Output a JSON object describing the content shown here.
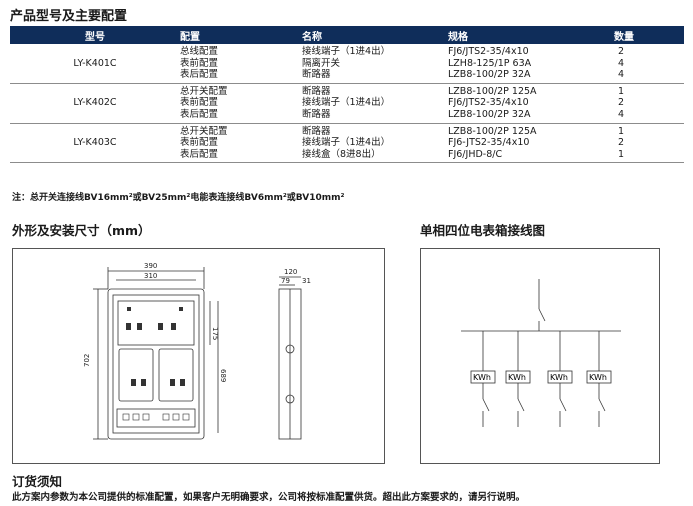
{
  "title": "产品型号及主要配置",
  "table": {
    "headers": [
      "型号",
      "配置",
      "名称",
      "规格",
      "数量"
    ],
    "groups": [
      {
        "model": "LY-K401C",
        "rows": [
          {
            "config": "总线配置",
            "name": "接线端子（1进4出）",
            "spec": "FJ6/JTS2-35/4x10",
            "qty": "2"
          },
          {
            "config": "表前配置",
            "name": "隔离开关",
            "spec": "LZH8-125/1P 63A",
            "qty": "4"
          },
          {
            "config": "表后配置",
            "name": "断路器",
            "spec": "LZB8-100/2P 32A",
            "qty": "4"
          }
        ]
      },
      {
        "model": "LY-K402C",
        "rows": [
          {
            "config": "总开关配置",
            "name": "断路器",
            "spec": "LZB8-100/2P 125A",
            "qty": "1"
          },
          {
            "config": "表前配置",
            "name": "接线端子（1进4出）",
            "spec": "FJ6/JTS2-35/4x10",
            "qty": "2"
          },
          {
            "config": "表后配置",
            "name": "断路器",
            "spec": "LZB8-100/2P 32A",
            "qty": "4"
          }
        ]
      },
      {
        "model": "LY-K403C",
        "rows": [
          {
            "config": "总开关配置",
            "name": "断路器",
            "spec": "LZB8-100/2P 125A",
            "qty": "1"
          },
          {
            "config": "表前配置",
            "name": "接线端子（1进4出）",
            "spec": "FJ6-JTS2-35/4x10",
            "qty": "2"
          },
          {
            "config": "表后配置",
            "name": "接线盒（8进8出）",
            "spec": "FJ6/JHD-8/C",
            "qty": "1"
          }
        ]
      }
    ]
  },
  "note": "注：总开关连接线BV16mm²或BV25mm²电能表连接线BV6mm²或BV10mm²",
  "dimensions_section": {
    "title": "外形及安装尺寸（mm）",
    "front": {
      "width_outer": "390",
      "width_inner": "310",
      "height_outer": "702",
      "height_inner": "689",
      "top_offset": "175"
    },
    "side": {
      "depth": "120",
      "inner": "79",
      "offset": "31"
    }
  },
  "wiring_section": {
    "title": "单相四位电表箱接线图",
    "meter_label": "KWh",
    "meter_count": 4
  },
  "order": {
    "title": "订货须知",
    "text": "此方案内参数为本公司提供的标准配置，如果客户无明确要求，公司将按标准配置供货。超出此方案要求的，请另行说明。"
  }
}
